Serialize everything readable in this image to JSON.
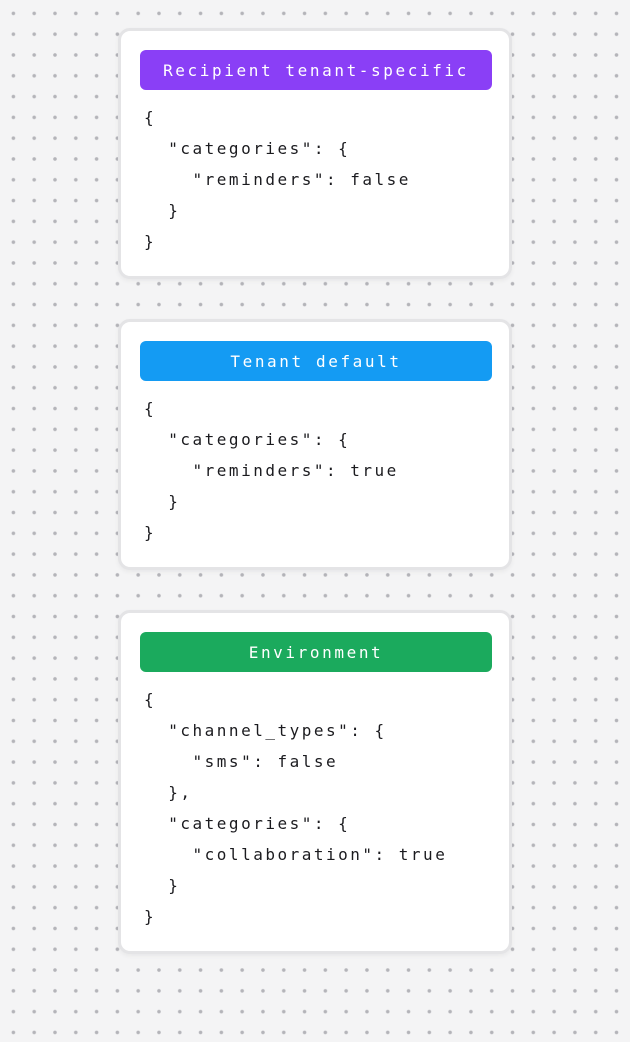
{
  "page": {
    "background_color": "#f4f4f5",
    "dot_color": "#b4b4b9",
    "card_background": "#ffffff",
    "card_border_color": "#e4e4e6",
    "code_text_color": "#1b1b1f"
  },
  "cards": [
    {
      "badge": {
        "label": "Recipient tenant-specific",
        "color": "#8a3ff6",
        "text_color": "#ffffff"
      },
      "code": "{\n  \"categories\": {\n    \"reminders\": false\n  }\n}"
    },
    {
      "badge": {
        "label": "Tenant default",
        "color": "#149bf3",
        "text_color": "#ffffff"
      },
      "code": "{\n  \"categories\": {\n    \"reminders\": true\n  }\n}"
    },
    {
      "badge": {
        "label": "Environment",
        "color": "#1baa5d",
        "text_color": "#ffffff"
      },
      "code": "{\n  \"channel_types\": {\n    \"sms\": false\n  },\n  \"categories\": {\n    \"collaboration\": true\n  }\n}"
    }
  ]
}
